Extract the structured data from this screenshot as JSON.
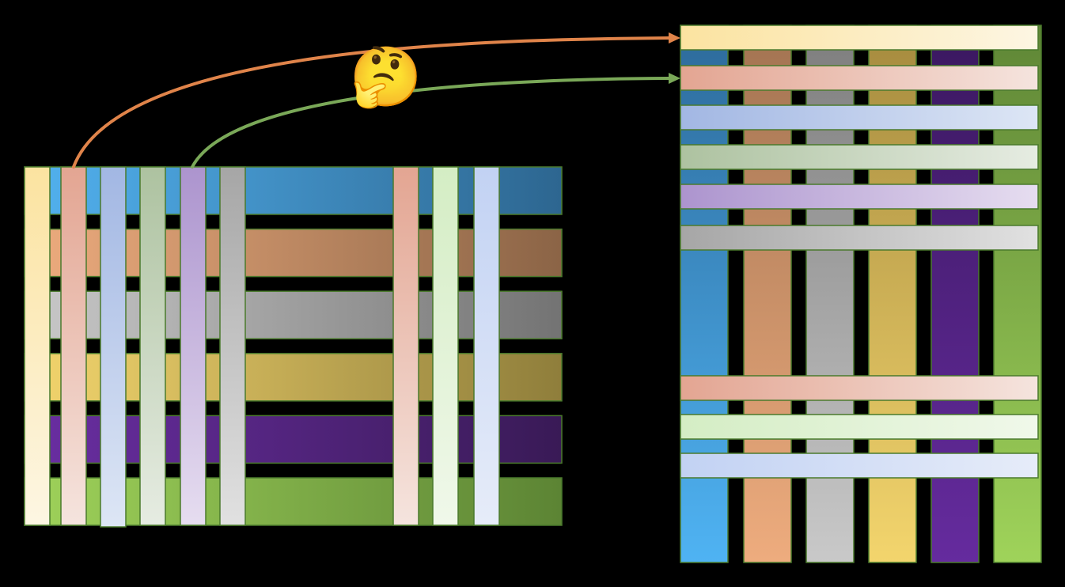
{
  "background": "#000000",
  "emoji": {
    "name": "thinking-face-icon",
    "glyph": "🤔"
  },
  "arrows": [
    {
      "color": "#e0844a",
      "from_strip": 1,
      "to_bar": 0
    },
    {
      "color": "#7aa858",
      "from_strip": 4,
      "to_bar": 1
    }
  ],
  "left_panel": {
    "horizontal_bands": [
      {
        "light": "#52b2f0",
        "dark": "#2d6690"
      },
      {
        "light": "#eeac7e",
        "dark": "#8b6446"
      },
      {
        "light": "#c9c9c9",
        "dark": "#737373"
      },
      {
        "light": "#f3d56d",
        "dark": "#8f7e3b"
      },
      {
        "light": "#6a2ea3",
        "dark": "#391a56"
      },
      {
        "light": "#9fd35a",
        "dark": "#5c8434"
      }
    ],
    "vertical_strips": [
      {
        "top": "#fbe3a0",
        "bottom": "#fdf6e3"
      },
      {
        "top": "#e3a592",
        "bottom": "#f5e4de"
      },
      {
        "top": "#a2b7e3",
        "bottom": "#dde6f5"
      },
      {
        "top": "#adc2a0",
        "bottom": "#e6ece2"
      },
      {
        "top": "#ac94ce",
        "bottom": "#e6ddf0"
      },
      {
        "top": "#a6a6a6",
        "bottom": "#e1e1e1"
      },
      {
        "top": "#e3a592",
        "bottom": "#f5e4de"
      },
      {
        "top": "#d4edc4",
        "bottom": "#f0f8ea"
      },
      {
        "top": "#c2d2f3",
        "bottom": "#e6ecf9"
      }
    ]
  },
  "right_panel": {
    "vertical_columns": [
      {
        "top": "#2d6a9a",
        "bottom": "#4fb3f3"
      },
      {
        "top": "#a27351",
        "bottom": "#eeac7e"
      },
      {
        "top": "#7d7d7d",
        "bottom": "#c9c9c9"
      },
      {
        "top": "#a58a3e",
        "bottom": "#f3d56d"
      },
      {
        "top": "#3a185f",
        "bottom": "#652b9e"
      },
      {
        "top": "#5f8636",
        "bottom": "#9fd35a"
      }
    ],
    "horizontal_bars": [
      {
        "left": "#fbe3a0",
        "right": "#fdf6e3"
      },
      {
        "left": "#e3a592",
        "right": "#f5e4de"
      },
      {
        "left": "#a2b7e3",
        "right": "#dde6f5"
      },
      {
        "left": "#adc2a0",
        "right": "#e6ece2"
      },
      {
        "left": "#ac94ce",
        "right": "#e6ddf0"
      },
      {
        "left": "#a6a6a6",
        "right": "#e1e1e1"
      },
      {
        "left": "#e3a592",
        "right": "#f5e4de"
      },
      {
        "left": "#d4edc4",
        "right": "#f0f8ea"
      },
      {
        "left": "#c2d2f3",
        "right": "#e6ecf9"
      }
    ]
  }
}
